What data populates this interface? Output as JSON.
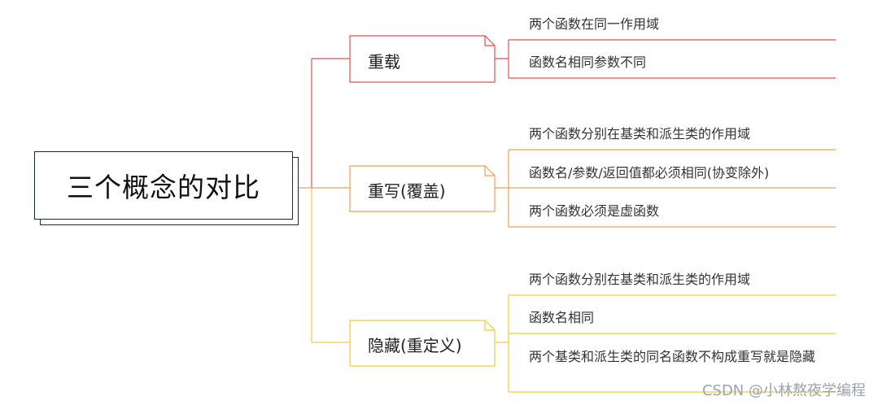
{
  "root": {
    "label": "三个概念的对比"
  },
  "branches": [
    {
      "label": "重载",
      "color": "#e05252",
      "leaves": [
        "两个函数在同一作用域",
        "函数名相同参数不同"
      ]
    },
    {
      "label": "重写(覆盖)",
      "color": "#f0a050",
      "leaves": [
        "两个函数分别在基类和派生类的作用域",
        "函数名/参数/返回值都必须相同(协变除外)",
        "两个函数必须是虚函数"
      ]
    },
    {
      "label": "隐藏(重定义)",
      "color": "#f0cc3c",
      "leaves": [
        "两个函数分别在基类和派生类的作用域",
        "函数名相同",
        "两个基类和派生类的同名函数不构成重写就是隐藏"
      ]
    }
  ],
  "watermark": "CSDN @小林熬夜学编程"
}
